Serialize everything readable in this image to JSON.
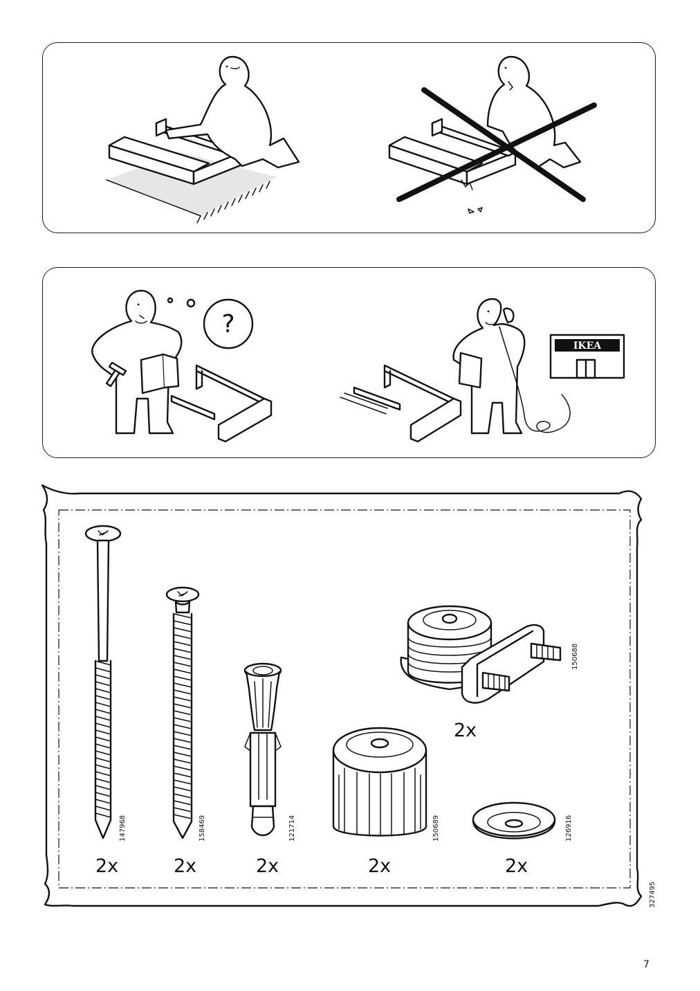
{
  "panel1": {
    "good": {
      "label": ""
    },
    "bad": {
      "label": ""
    }
  },
  "panel2": {
    "question_mark": "?",
    "sign_text": "IKEA"
  },
  "parts": [
    {
      "qty": "2x",
      "article": "147968",
      "icon": "long-screw-icon"
    },
    {
      "qty": "2x",
      "article": "158469",
      "icon": "short-screw-icon"
    },
    {
      "qty": "2x",
      "article": "121714",
      "icon": "wall-plug-icon"
    },
    {
      "qty": "2x",
      "article": "150689",
      "icon": "adjustable-foot-icon"
    },
    {
      "qty": "2x",
      "article": "126916",
      "icon": "washer-icon"
    },
    {
      "qty": "2x",
      "article": "150688",
      "icon": "leveling-bracket-icon"
    }
  ],
  "bag_article": "327495",
  "page_number": "7"
}
